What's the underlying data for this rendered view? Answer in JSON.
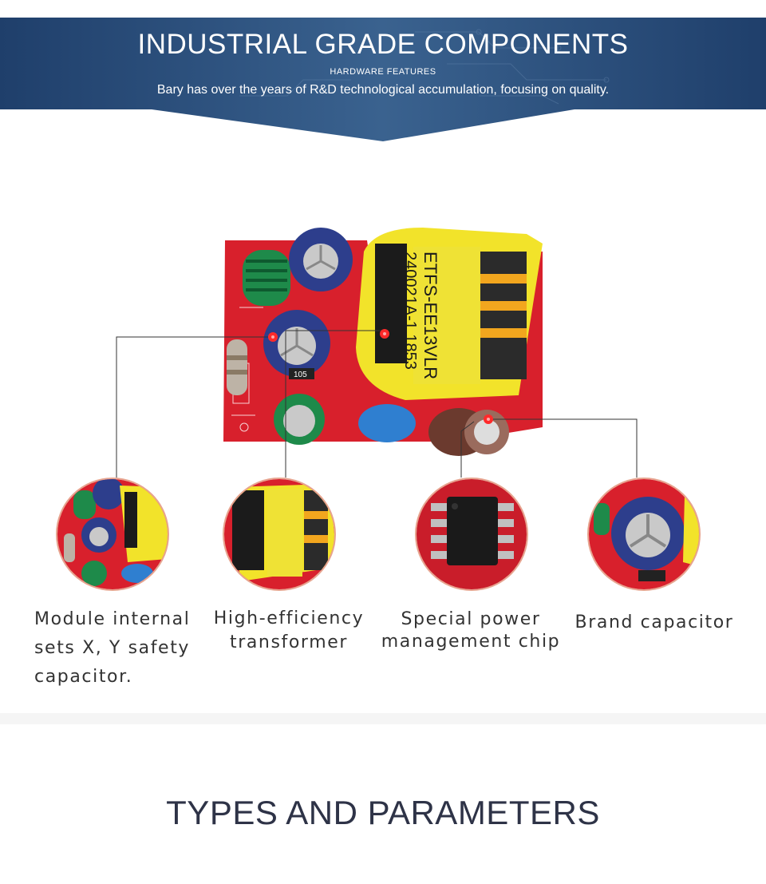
{
  "banner": {
    "title": "INDUSTRIAL GRADE COMPONENTS",
    "subtitle": "HARDWARE FEATURES",
    "description": "Bary has over the years of R&D technological accumulation, focusing on quality."
  },
  "pcb": {
    "transformer_label_line1": "ETFS-EE13VLR",
    "transformer_label_line2": "240021A-1  1853",
    "resistor_code": "105"
  },
  "features": [
    {
      "caption": [
        "Module internal",
        "sets X, Y safety",
        "capacitor."
      ]
    },
    {
      "caption": [
        "High-efficiency",
        "transformer"
      ]
    },
    {
      "caption": [
        "Special power",
        "management chip"
      ]
    },
    {
      "caption": [
        "Brand capacitor"
      ]
    }
  ],
  "section": {
    "title": "TYPES AND PARAMETERS"
  },
  "colors": {
    "banner_blue": "#2c4f7c",
    "pcb_red": "#d8202c",
    "transformer_yellow": "#f2e32a",
    "leader_line": "#333333",
    "marker_red": "#ff2a2a",
    "circle_border": "#e7a48f"
  }
}
